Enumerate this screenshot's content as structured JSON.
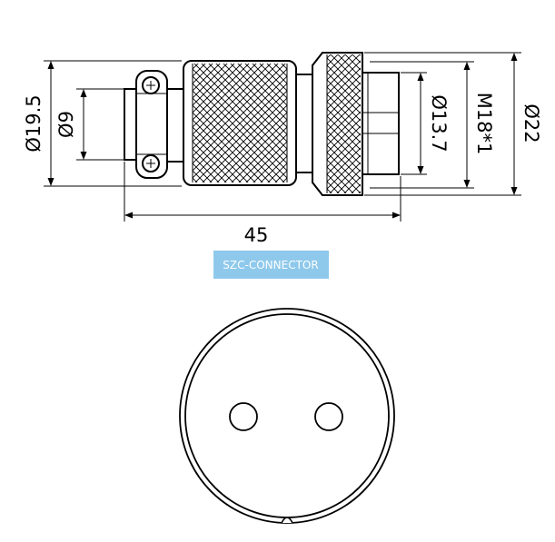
{
  "labels": {
    "d19_5": "Ø19.5",
    "d9": "Ø9",
    "d13_7": "Ø13.7",
    "m18": "M18*1",
    "d22": "Ø22",
    "len45": "45"
  },
  "brand": {
    "text": "SZC-CONNECTOR",
    "bg_color": "#8ec9ec",
    "text_color": "#ffffff"
  },
  "face_view": {
    "pin_count": 2
  }
}
